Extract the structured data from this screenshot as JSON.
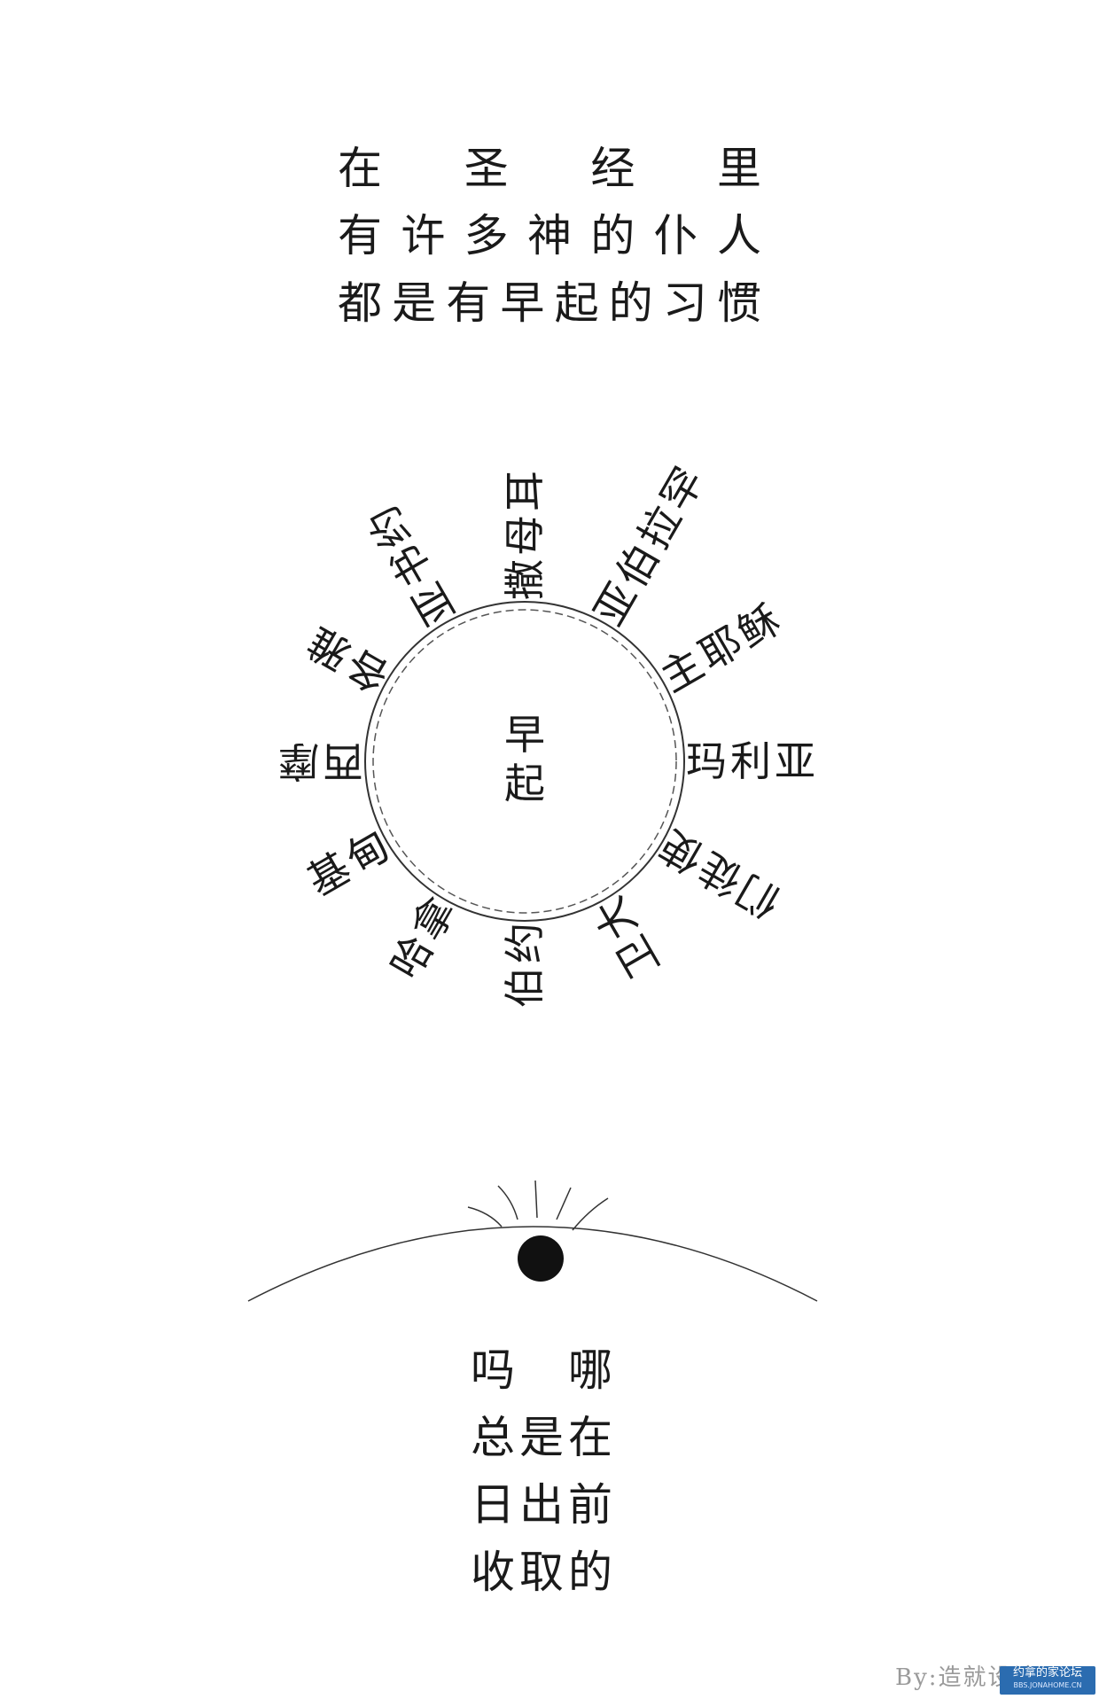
{
  "intro_lines": [
    "在圣经里",
    "有许多神的仆人",
    "都是有早起的习惯"
  ],
  "diagram": {
    "center_label": [
      "早",
      "起"
    ],
    "people": [
      "撒母耳",
      "亚伯拉罕",
      "主耶稣",
      "玛利亚",
      "使徒们",
      "大卫",
      "约伯",
      "哈拿",
      "基甸",
      "摩西",
      "雅各",
      "约书亚"
    ]
  },
  "outro_lines": [
    "吗哪",
    "总是在",
    "日出前",
    "收取的"
  ],
  "credit": "By:造就设计",
  "watermark": {
    "title": "约拿的家论坛",
    "sub": "BBS.JONAHOME.CN"
  },
  "colors": {
    "ink": "#1a1a1a",
    "credit": "#9a9a9a",
    "watermark_bg": "#2b6cb0"
  }
}
